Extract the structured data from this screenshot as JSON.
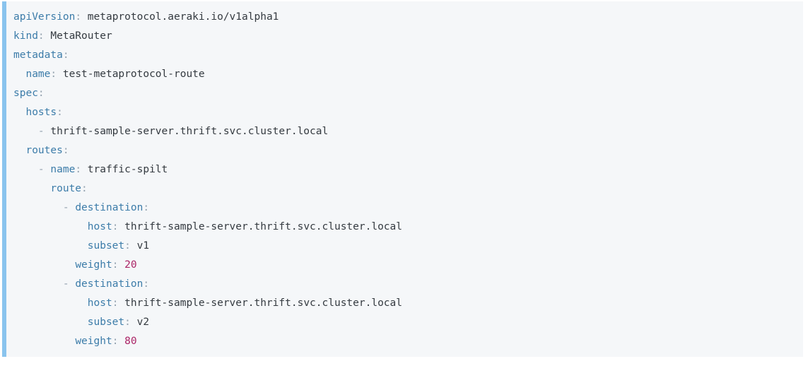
{
  "colors": {
    "page-bg": "#ffffff",
    "block-bg": "#f5f7f9",
    "block-accent": "#8ac4ee",
    "key": "#3c7ca9",
    "punct": "#93a1ae",
    "value": "#343a40",
    "number": "#ab2567"
  },
  "code": {
    "language": "yaml",
    "lines": [
      [
        [
          "k",
          "apiVersion"
        ],
        [
          "p",
          ":"
        ],
        [
          "v",
          " metaprotocol.aeraki.io/v1alpha1"
        ]
      ],
      [
        [
          "k",
          "kind"
        ],
        [
          "p",
          ":"
        ],
        [
          "v",
          " MetaRouter"
        ]
      ],
      [
        [
          "k",
          "metadata"
        ],
        [
          "p",
          ":"
        ]
      ],
      [
        [
          "w",
          "  "
        ],
        [
          "k",
          "name"
        ],
        [
          "p",
          ":"
        ],
        [
          "v",
          " test-metaprotocol-route"
        ]
      ],
      [
        [
          "k",
          "spec"
        ],
        [
          "p",
          ":"
        ]
      ],
      [
        [
          "w",
          "  "
        ],
        [
          "k",
          "hosts"
        ],
        [
          "p",
          ":"
        ]
      ],
      [
        [
          "w",
          "    "
        ],
        [
          "p",
          "-"
        ],
        [
          "v",
          " thrift-sample-server.thrift.svc.cluster.local"
        ]
      ],
      [
        [
          "w",
          "  "
        ],
        [
          "k",
          "routes"
        ],
        [
          "p",
          ":"
        ]
      ],
      [
        [
          "w",
          "    "
        ],
        [
          "p",
          "-"
        ],
        [
          "w",
          " "
        ],
        [
          "k",
          "name"
        ],
        [
          "p",
          ":"
        ],
        [
          "v",
          " traffic-spilt"
        ]
      ],
      [
        [
          "w",
          "      "
        ],
        [
          "k",
          "route"
        ],
        [
          "p",
          ":"
        ]
      ],
      [
        [
          "w",
          "        "
        ],
        [
          "p",
          "-"
        ],
        [
          "w",
          " "
        ],
        [
          "k",
          "destination"
        ],
        [
          "p",
          ":"
        ]
      ],
      [
        [
          "w",
          "            "
        ],
        [
          "k",
          "host"
        ],
        [
          "p",
          ":"
        ],
        [
          "v",
          " thrift-sample-server.thrift.svc.cluster.local"
        ]
      ],
      [
        [
          "w",
          "            "
        ],
        [
          "k",
          "subset"
        ],
        [
          "p",
          ":"
        ],
        [
          "v",
          " v1"
        ]
      ],
      [
        [
          "w",
          "          "
        ],
        [
          "k",
          "weight"
        ],
        [
          "p",
          ":"
        ],
        [
          "w",
          " "
        ],
        [
          "n",
          "20"
        ]
      ],
      [
        [
          "w",
          "        "
        ],
        [
          "p",
          "-"
        ],
        [
          "w",
          " "
        ],
        [
          "k",
          "destination"
        ],
        [
          "p",
          ":"
        ]
      ],
      [
        [
          "w",
          "            "
        ],
        [
          "k",
          "host"
        ],
        [
          "p",
          ":"
        ],
        [
          "v",
          " thrift-sample-server.thrift.svc.cluster.local"
        ]
      ],
      [
        [
          "w",
          "            "
        ],
        [
          "k",
          "subset"
        ],
        [
          "p",
          ":"
        ],
        [
          "v",
          " v2"
        ]
      ],
      [
        [
          "w",
          "          "
        ],
        [
          "k",
          "weight"
        ],
        [
          "p",
          ":"
        ],
        [
          "w",
          " "
        ],
        [
          "n",
          "80"
        ]
      ]
    ]
  }
}
